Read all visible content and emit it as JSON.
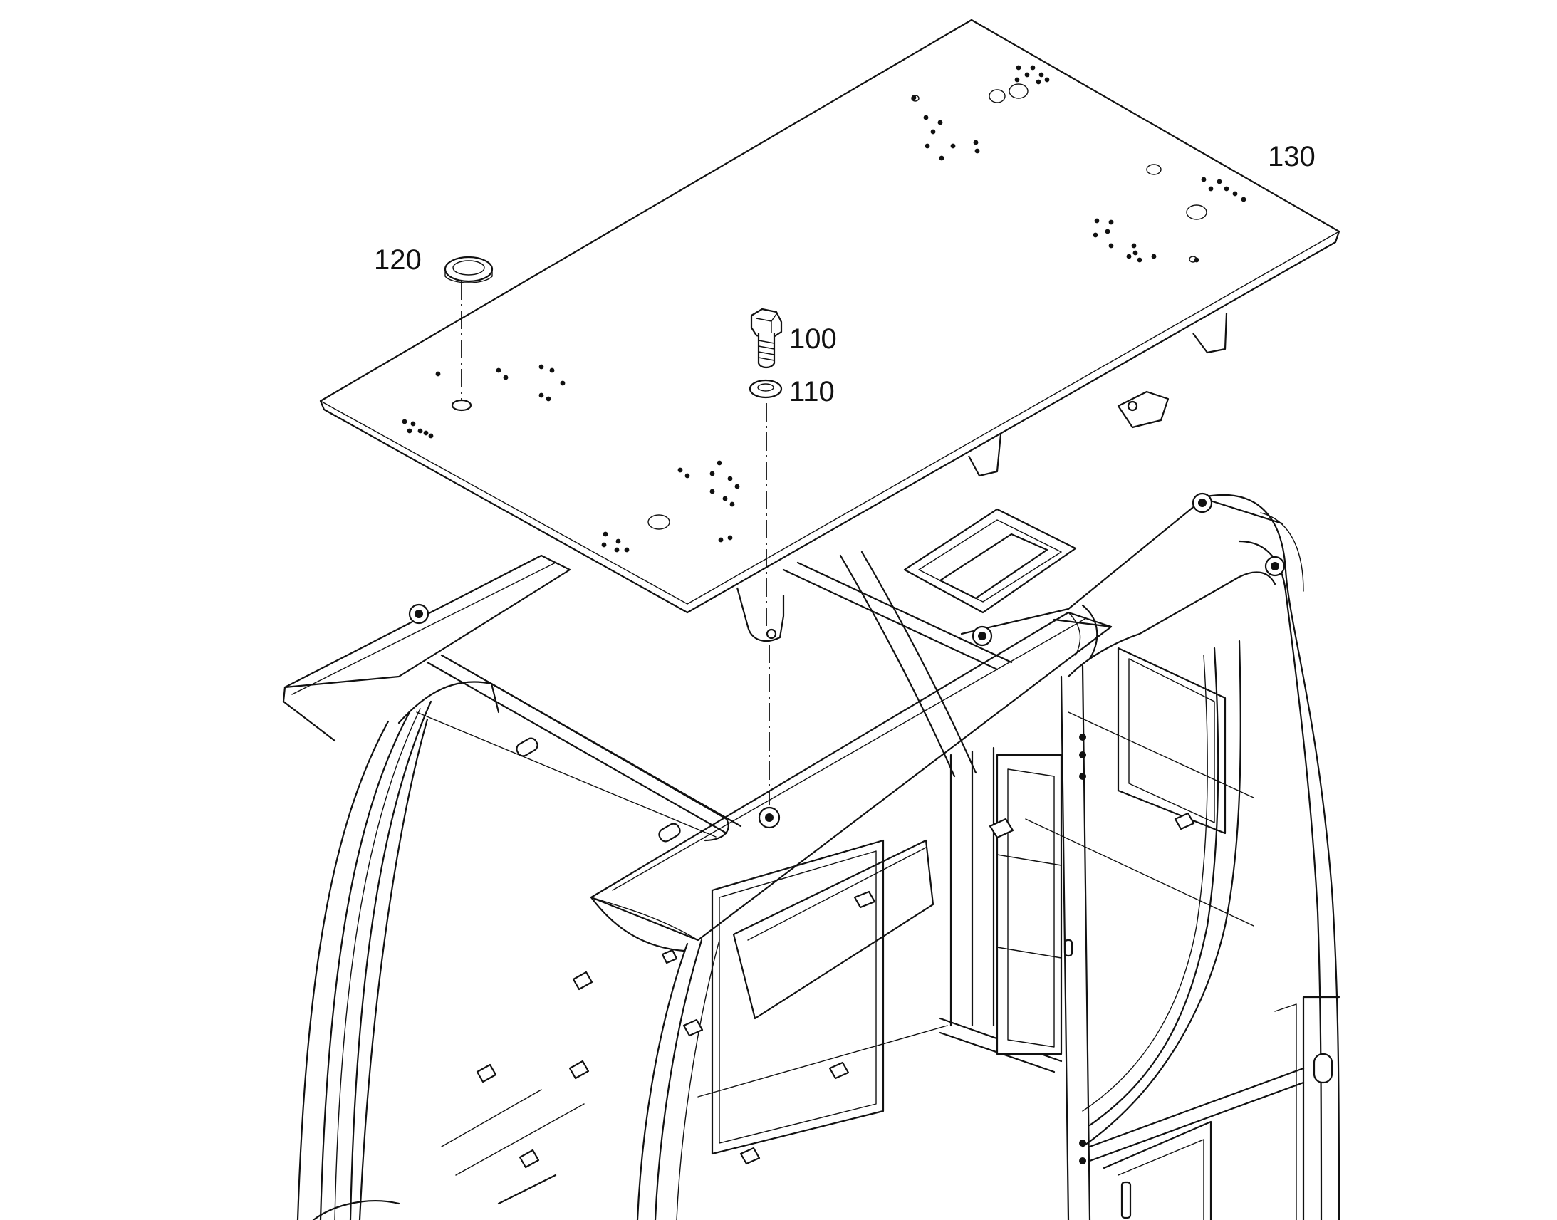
{
  "callouts": {
    "bolt": "100",
    "washer": "110",
    "grommet": "120",
    "roof_plate": "130"
  }
}
